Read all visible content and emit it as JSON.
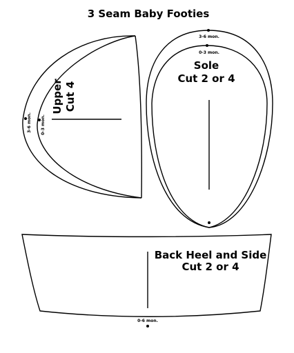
{
  "title": "3 Seam Baby Footies",
  "upper": {
    "line1": "Upper",
    "line2": "Cut 4",
    "size_outer": "3-6 mon.",
    "size_inner": "0-3 mon."
  },
  "sole": {
    "line1": "Sole",
    "line2": "Cut 2 or 4",
    "size_outer": "3-6 mon.",
    "size_inner": "0-3 mon."
  },
  "heel": {
    "line1": "Back Heel and Side",
    "line2": "Cut 2 or 4",
    "size": "0-6 mon."
  }
}
